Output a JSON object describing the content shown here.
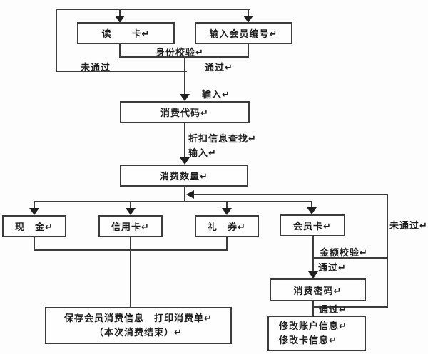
{
  "colors": {
    "line": "#3c3c3c",
    "ink": "#1f1f1f",
    "node_bg": "#fefefe",
    "page_bg": "#fdfdfd"
  },
  "flowchart": {
    "nodes": {
      "read_card": "读　　卡↵",
      "input_member_id": "输入会员编号↵",
      "consume_code": "消费代码↵",
      "consume_qty": "消费数量↵",
      "cash": "现　金↵",
      "credit_card": "信用卡↵",
      "gift_voucher": "礼　券↵",
      "member_card": "会员卡↵",
      "consume_password": "消费密码↵",
      "save_print_line1": "保存会员消费信息　打印消费单↵",
      "save_print_line2": "（本次消费结束）↵",
      "modify_account": "修改账户信息↵",
      "modify_card": "修改卡信息↵"
    },
    "edge_labels": {
      "identity_check": "身份校验↵",
      "fail_left": "未通过",
      "pass_top": "通过↵",
      "input_1": "输入↵",
      "discount_lookup": "折扣信息查找↵",
      "input_2": "输入↵",
      "fail_right": "未通过↵",
      "amount_check": "金额校验↵",
      "pass_mid": "通过↵",
      "pass_bottom": "通过↵"
    }
  }
}
